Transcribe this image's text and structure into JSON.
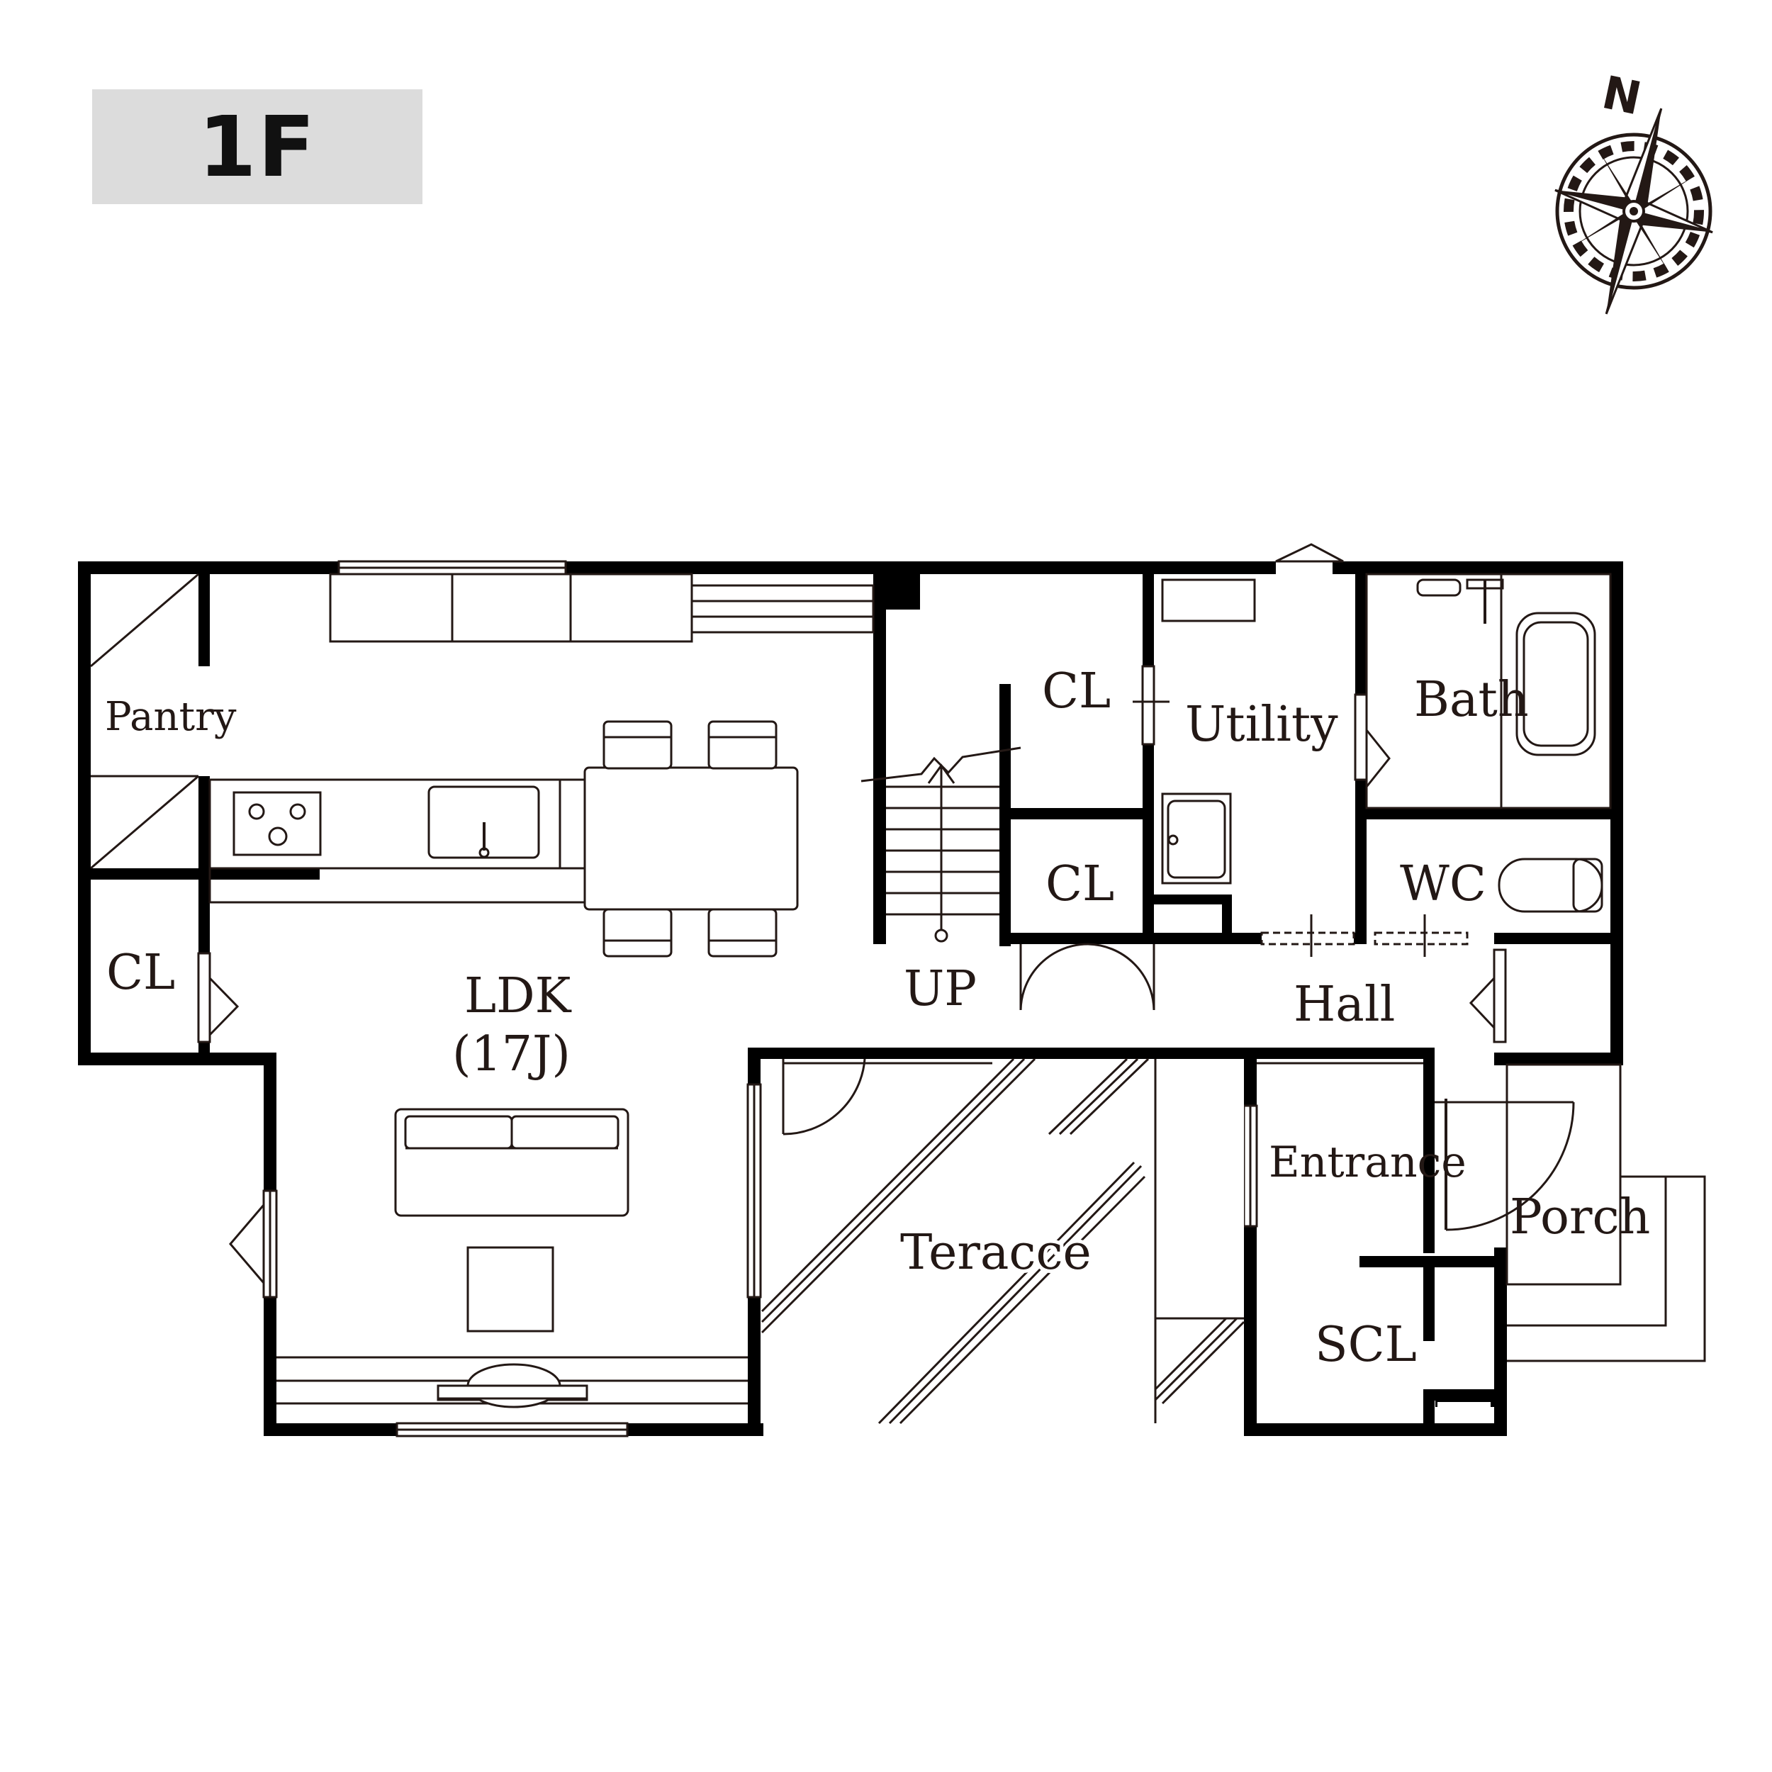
{
  "floor": "1F",
  "compass": {
    "north_label": "N"
  },
  "rooms": {
    "pantry": "Pantry",
    "cl_west": "CL",
    "ldk": "LDK",
    "ldk_size": "(17J)",
    "up": "UP",
    "cl_north": "CL",
    "cl_middle": "CL",
    "utility": "Utility",
    "bath": "Bath",
    "wc": "WC",
    "hall": "Hall",
    "entrance": "Entrance",
    "porch": "Porch",
    "scl": "SCL",
    "terrace": "Teracce"
  }
}
